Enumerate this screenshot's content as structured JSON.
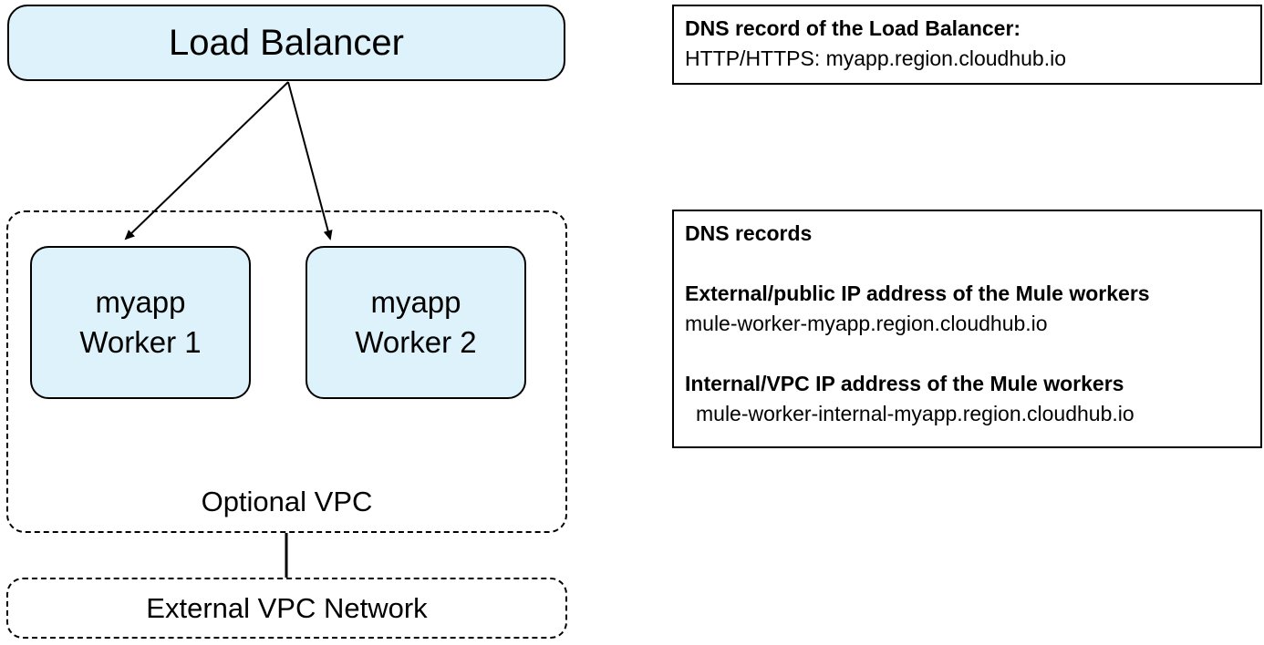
{
  "colors": {
    "node_fill": "#ddf2fa",
    "line": "#000000",
    "background": "#ffffff"
  },
  "diagram": {
    "load_balancer": {
      "label": "Load Balancer"
    },
    "worker1": {
      "line1": "myapp",
      "line2": "Worker 1"
    },
    "worker2": {
      "line1": "myapp",
      "line2": "Worker 2"
    },
    "optional_vpc": {
      "label": "Optional VPC"
    },
    "external_vpc": {
      "label": "External VPC Network"
    }
  },
  "annotations": {
    "lb_dns": {
      "title": "DNS record of the Load Balancer:",
      "value": "HTTP/HTTPS: myapp.region.cloudhub.io"
    },
    "dns_records": {
      "title": "DNS records",
      "sections": [
        {
          "heading": "External/public IP address of the Mule workers",
          "value": "mule-worker-myapp.region.cloudhub.io"
        },
        {
          "heading": "Internal/VPC IP address of the Mule workers",
          "value": "mule-worker-internal-myapp.region.cloudhub.io"
        }
      ]
    }
  }
}
